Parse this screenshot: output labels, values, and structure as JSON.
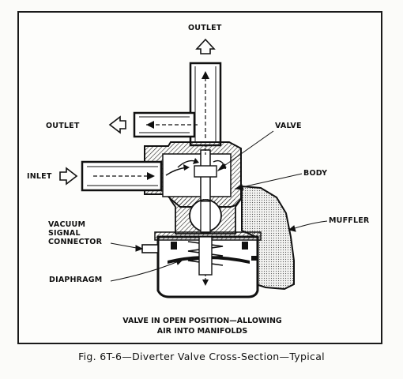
{
  "diagram": {
    "labels": {
      "outlet_top": "OUTLET",
      "outlet_side": "OUTLET",
      "valve": "VALVE",
      "inlet": "INLET",
      "body": "BODY",
      "muffler": "MUFFLER",
      "vacuum_line1": "VACUUM",
      "vacuum_line2": "SIGNAL",
      "vacuum_line3": "CONNECTOR",
      "diaphragm": "DIAPHRAGM"
    },
    "note_line1": "VALVE IN OPEN POSITION—ALLOWING",
    "note_line2": "AIR INTO MANIFOLDS"
  },
  "caption": "Fig. 6T-6—Diverter Valve Cross-Section—Typical"
}
